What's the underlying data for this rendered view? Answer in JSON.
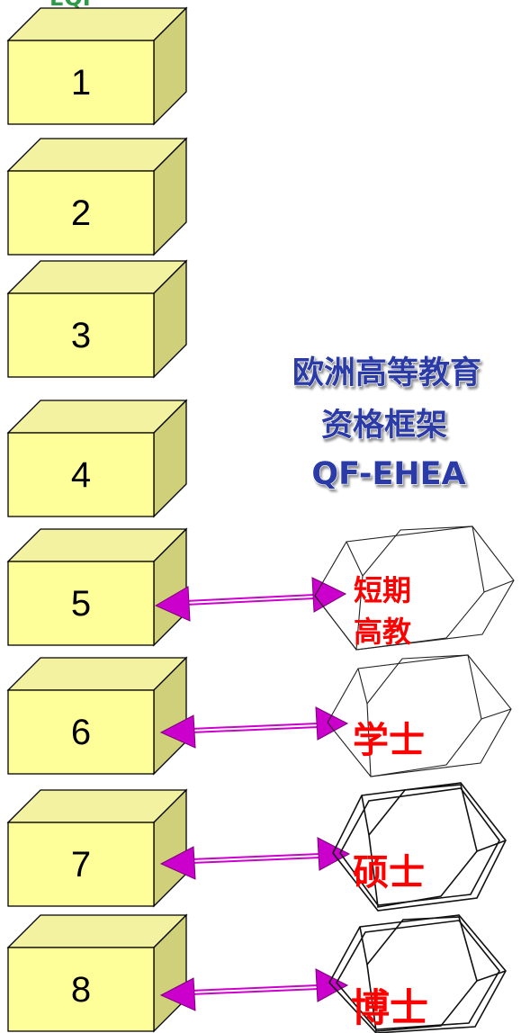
{
  "partial_heading": "EQF",
  "levels": [
    {
      "label": "1"
    },
    {
      "label": "2"
    },
    {
      "label": "3"
    },
    {
      "label": "4"
    },
    {
      "label": "5"
    },
    {
      "label": "6"
    },
    {
      "label": "7"
    },
    {
      "label": "8"
    }
  ],
  "qf_ehea": {
    "line1": "欧洲高等教育",
    "line2": "资格框架",
    "line3": "QF-EHEA"
  },
  "mappings": [
    {
      "level": "5",
      "lines": [
        "短期",
        "高教"
      ]
    },
    {
      "level": "6",
      "lines": [
        "学士"
      ]
    },
    {
      "level": "7",
      "lines": [
        "硕士"
      ]
    },
    {
      "level": "8",
      "lines": [
        "博士"
      ]
    }
  ],
  "colors": {
    "box_front": "#ffff99",
    "box_top": "#f2f2a0",
    "box_side": "#d0d07a",
    "arrow": "#cc00cc",
    "hex_text": "#ff0000",
    "title": "#2a3aa8"
  }
}
